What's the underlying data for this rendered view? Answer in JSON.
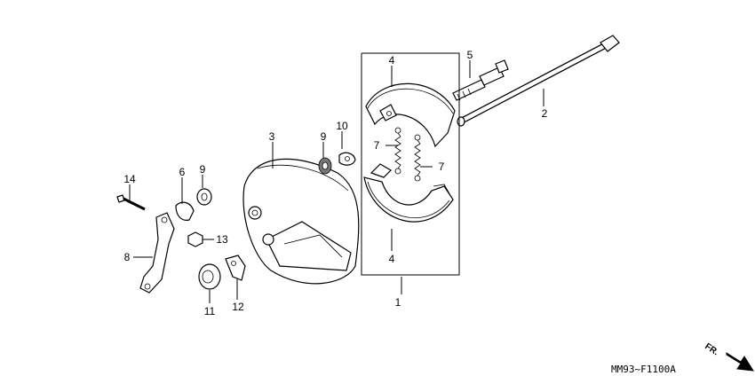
{
  "callouts": [
    {
      "id": "c1",
      "text": "1"
    },
    {
      "id": "c2",
      "text": "2"
    },
    {
      "id": "c3",
      "text": "3"
    },
    {
      "id": "c4a",
      "text": "4"
    },
    {
      "id": "c4b",
      "text": "4"
    },
    {
      "id": "c5",
      "text": "5"
    },
    {
      "id": "c6",
      "text": "6"
    },
    {
      "id": "c7a",
      "text": "7"
    },
    {
      "id": "c7b",
      "text": "7"
    },
    {
      "id": "c8",
      "text": "8"
    },
    {
      "id": "c9a",
      "text": "9"
    },
    {
      "id": "c9b",
      "text": "9"
    },
    {
      "id": "c10",
      "text": "10"
    },
    {
      "id": "c11",
      "text": "11"
    },
    {
      "id": "c12",
      "text": "12"
    },
    {
      "id": "c13",
      "text": "13"
    },
    {
      "id": "c14",
      "text": "14"
    }
  ],
  "diagram_code": "MM93~F1100A",
  "direction_label": "FR."
}
